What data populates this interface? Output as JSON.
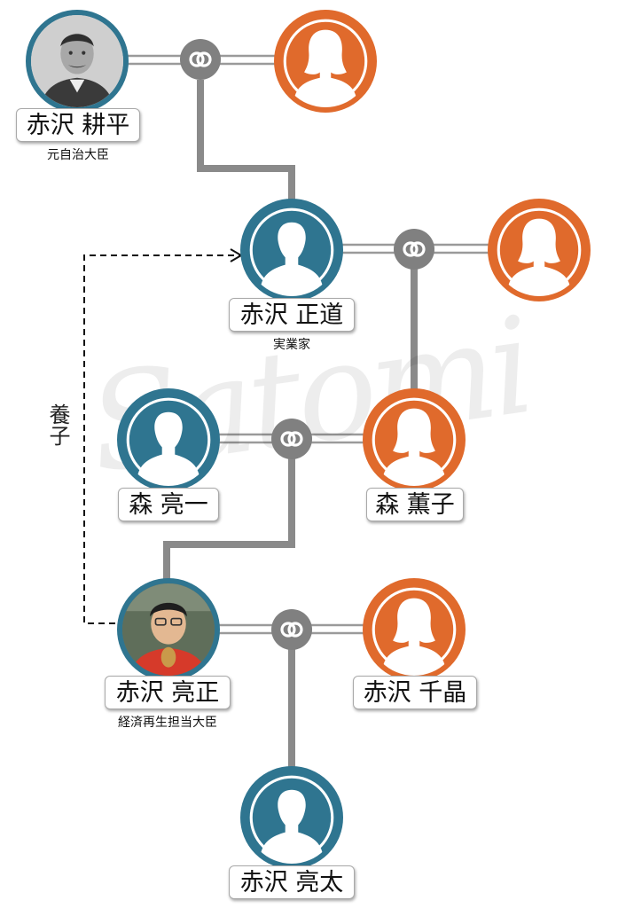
{
  "people": {
    "kohei": {
      "name": "赤沢 耕平",
      "title": "元自治大臣"
    },
    "kohei_spouse": {
      "name": ""
    },
    "masamichi": {
      "name": "赤沢 正道",
      "title": "実業家"
    },
    "masamichi_spouse": {
      "name": ""
    },
    "ryoichi": {
      "name": "森 亮一"
    },
    "kaoruko": {
      "name": "森 薫子"
    },
    "ryosei": {
      "name": "赤沢 亮正",
      "title": "経済再生担当大臣"
    },
    "chiaki": {
      "name": "赤沢 千晶"
    },
    "ryota": {
      "name": "赤沢 亮太"
    }
  },
  "adoption_label": "養子",
  "watermark": "Satomi",
  "colors": {
    "male": "#2f7590",
    "female": "#e06a2c",
    "connector": "#888888",
    "silhouette": "#ffffff"
  },
  "icons": {
    "marriage": "marriage-ring-icon",
    "person": "person-silhouette-icon"
  }
}
